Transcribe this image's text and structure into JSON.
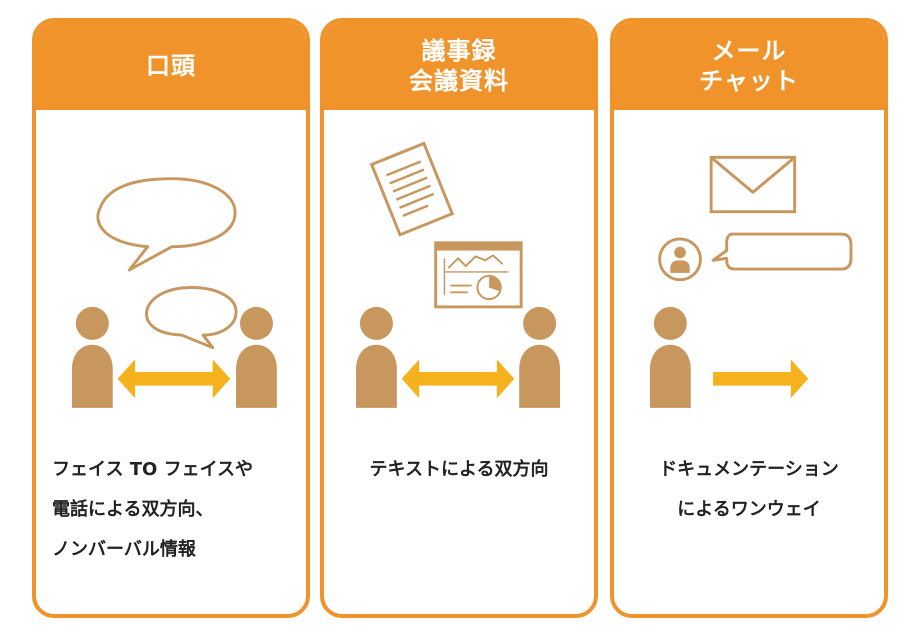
{
  "colors": {
    "orange": "#f0932b",
    "person": "#c8975e",
    "arrow": "#f5b21c",
    "outline": "#c8975e"
  },
  "cards": [
    {
      "title": "口頭",
      "desc_lines": [
        "フェイス TO フェイスや",
        "電話による双方向、",
        "ノンバーバル情報"
      ],
      "icons": [
        "speech-bubble-icon",
        "person-icon",
        "double-arrow-icon"
      ]
    },
    {
      "title": "議事録\n会議資料",
      "desc_lines": [
        "テキストによる双方向"
      ],
      "icons": [
        "document-icon",
        "chart-slide-icon",
        "person-icon",
        "double-arrow-icon"
      ]
    },
    {
      "title": "メール\nチャット",
      "desc_lines": [
        "ドキュメンテーション",
        "によるワンウェイ"
      ],
      "icons": [
        "envelope-icon",
        "avatar-chat-icon",
        "person-icon",
        "right-arrow-icon"
      ]
    }
  ]
}
